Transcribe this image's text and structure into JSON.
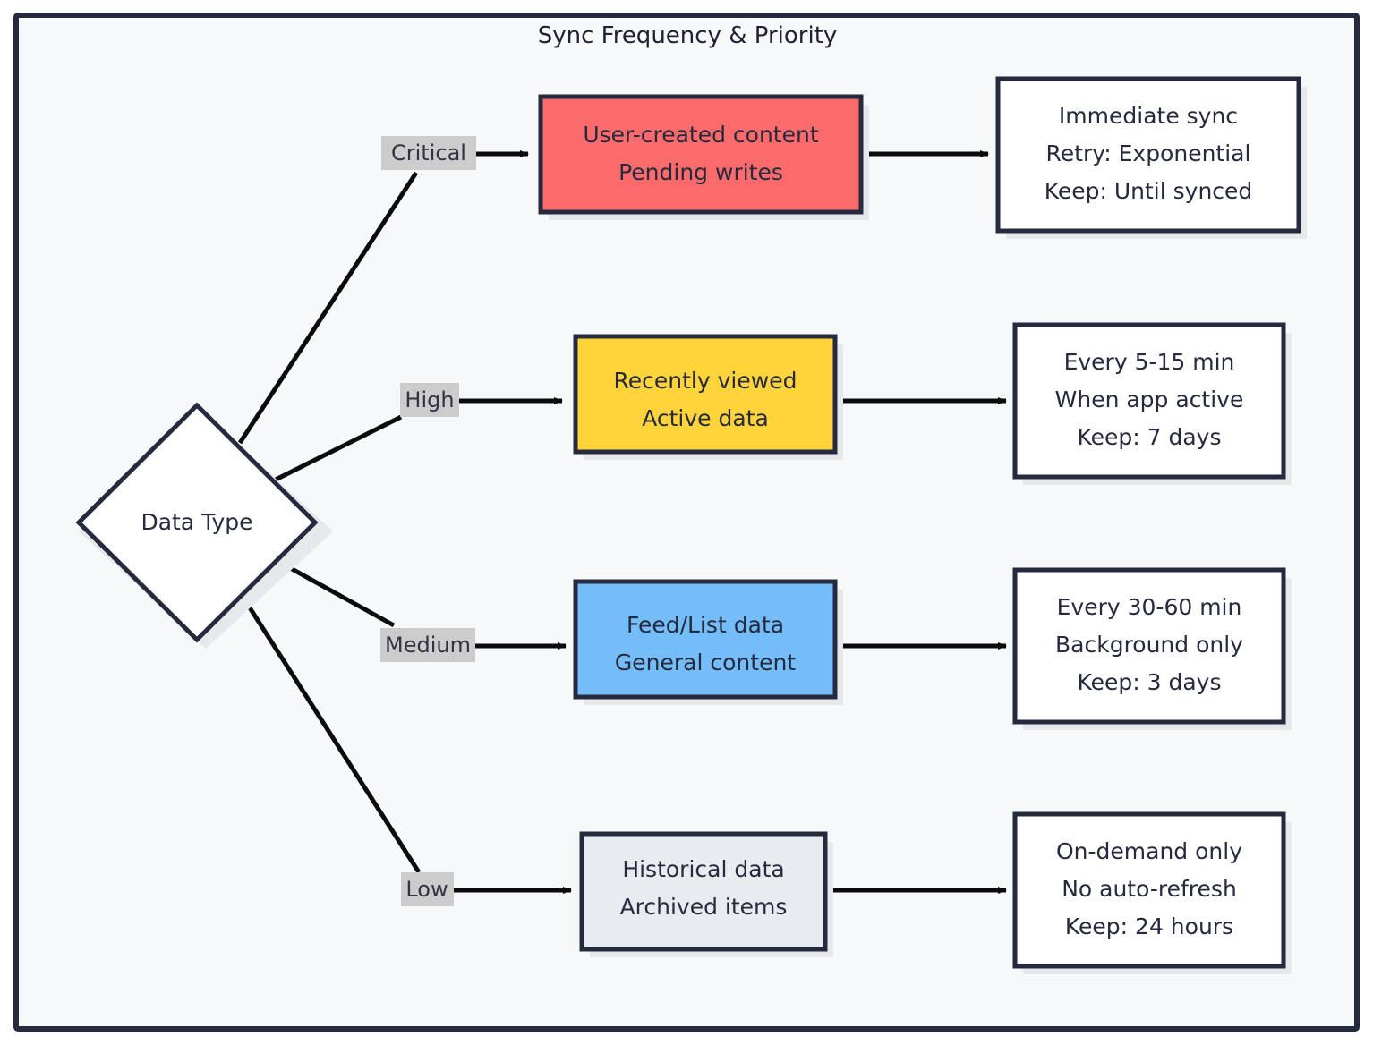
{
  "diagram": {
    "title": "Sync Frequency & Priority",
    "type": "flowchart",
    "decision_node": {
      "label": "Data Type",
      "shape": "diamond",
      "fill": "#ffffff"
    },
    "branches": [
      {
        "edge_label": "Critical",
        "category": {
          "line1": "User-created content",
          "line2": "Pending writes",
          "fill": "#fb6b6b"
        },
        "policy": {
          "line1": "Immediate sync",
          "line2": "Retry: Exponential",
          "line3": "Keep: Until synced",
          "fill": "#ffffff"
        }
      },
      {
        "edge_label": "High",
        "category": {
          "line1": "Recently viewed",
          "line2": "Active data",
          "fill": "#ffd43b"
        },
        "policy": {
          "line1": "Every 5-15 min",
          "line2": "When app active",
          "line3": "Keep: 7 days",
          "fill": "#ffffff"
        }
      },
      {
        "edge_label": "Medium",
        "category": {
          "line1": "Feed/List data",
          "line2": "General content",
          "fill": "#74bdf8"
        },
        "policy": {
          "line1": "Every 30-60 min",
          "line2": "Background only",
          "line3": "Keep: 3 days",
          "fill": "#ffffff"
        }
      },
      {
        "edge_label": "Low",
        "category": {
          "line1": "Historical data",
          "line2": "Archived items",
          "fill": "#e8ecef"
        },
        "policy": {
          "line1": "On-demand only",
          "line2": "No auto-refresh",
          "line3": "Keep: 24 hours",
          "fill": "#ffffff"
        }
      }
    ],
    "colors": {
      "frame_border": "#262a3e",
      "frame_background": "#f7f8fa",
      "node_border": "#262a3e",
      "edge_stroke": "#0b0b0f",
      "edge_label_background": "#cccccc",
      "text": "#262a3e"
    }
  }
}
